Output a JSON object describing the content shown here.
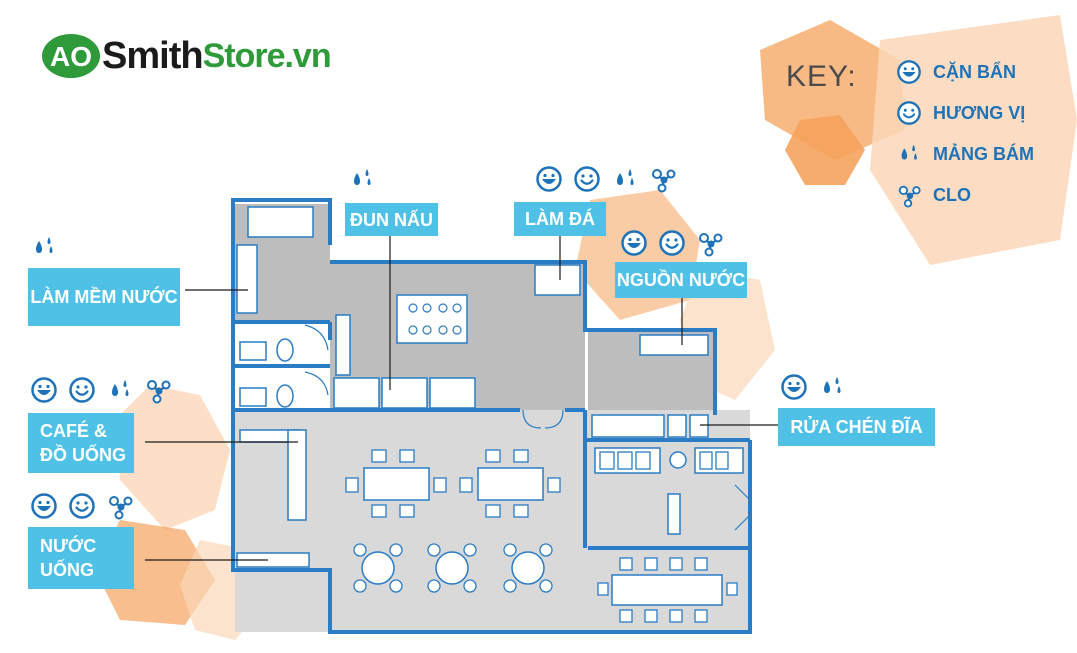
{
  "logo": {
    "ao": "AO",
    "smith": "Smith",
    "store": "Store.vn"
  },
  "key": {
    "title": "KEY:",
    "items": [
      {
        "icon": "sediment-face-icon",
        "label": "CẶN BẨN"
      },
      {
        "icon": "taste-face-icon",
        "label": "HƯƠNG VỊ"
      },
      {
        "icon": "scale-drops-icon",
        "label": "MẢNG BÁM"
      },
      {
        "icon": "chlorine-molecule-icon",
        "label": "CLO"
      }
    ]
  },
  "zones": {
    "softening": {
      "label": "LÀM MỀM NƯỚC",
      "icons": [
        "scale-drops-icon"
      ]
    },
    "cooking": {
      "label": "ĐUN NẤU",
      "icons": [
        "scale-drops-icon"
      ]
    },
    "ice": {
      "label": "LÀM ĐÁ",
      "icons": [
        "sediment-face-icon",
        "taste-face-icon",
        "scale-drops-icon",
        "chlorine-molecule-icon"
      ]
    },
    "source": {
      "label": "NGUỒN NƯỚC",
      "icons": [
        "sediment-face-icon",
        "taste-face-icon",
        "chlorine-molecule-icon"
      ]
    },
    "cafe": {
      "line1": "CAFÉ &",
      "line2": "ĐỒ UỐNG",
      "icons": [
        "sediment-face-icon",
        "taste-face-icon",
        "scale-drops-icon",
        "chlorine-molecule-icon"
      ]
    },
    "drinking": {
      "line1": "NƯỚC",
      "line2": "UỐNG",
      "icons": [
        "sediment-face-icon",
        "taste-face-icon",
        "chlorine-molecule-icon"
      ]
    },
    "dishwash": {
      "label": "RỬA CHÉN ĐĨA",
      "icons": [
        "sediment-face-icon",
        "scale-drops-icon"
      ]
    }
  },
  "colors": {
    "accent_blue": "#1e72b8",
    "tag_blue": "#4fc1e6",
    "hex_orange": "#f5a35c",
    "floor_gray": "#bdbdbd",
    "floor_light": "#d9d9d9",
    "wall_blue": "#2a7cc4",
    "brand_green": "#2f9a3a"
  }
}
